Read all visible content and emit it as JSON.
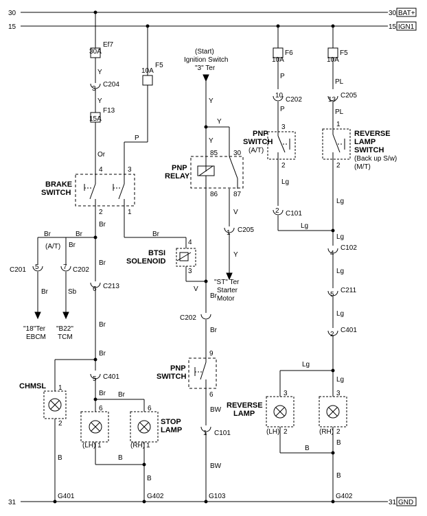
{
  "buses": {
    "top30": {
      "left": "30",
      "right": "30",
      "tag": "BAT+"
    },
    "top15": {
      "left": "15",
      "right": "15",
      "tag": "IGN1"
    },
    "bot31": {
      "left": "31",
      "right": "31",
      "tag": "GND"
    }
  },
  "fuses": {
    "ef7": {
      "name": "Ef7",
      "rating": "30A"
    },
    "f13": {
      "name": "F13",
      "rating": "15A"
    },
    "f5_left": {
      "name": "F5",
      "rating": "10A"
    },
    "f6": {
      "name": "F6",
      "rating": "10A"
    },
    "f5_right": {
      "name": "F5",
      "rating": "10A"
    }
  },
  "connectors": {
    "c204": {
      "pin": "3",
      "name": "C204"
    },
    "c205_top": {
      "pin": "13",
      "name": "C205"
    },
    "c202_top": {
      "pin": "10",
      "name": "C202"
    },
    "c201": {
      "pin": "5",
      "name": "C201"
    },
    "c202_mid": {
      "pin": "7",
      "name": "C202"
    },
    "c213": {
      "pin": "6",
      "name": "C213"
    },
    "c205_mid": {
      "pin": "1",
      "name": "C205"
    },
    "c101_top": {
      "pin": "2",
      "name": "C101"
    },
    "c102": {
      "pin": "4",
      "name": "C102"
    },
    "c211": {
      "pin": "5",
      "name": "C211"
    },
    "c401_r": {
      "pin": "2",
      "name": "C401"
    },
    "c202_low": {
      "name": "C202"
    },
    "c401_l": {
      "pin": "5",
      "name": "C401"
    },
    "c101_low": {
      "pin": "1",
      "name": "C101"
    }
  },
  "components": {
    "brake_switch": {
      "line1": "BRAKE",
      "line2": "SWITCH",
      "pins": [
        "4",
        "3",
        "2",
        "1"
      ]
    },
    "pnp_relay": {
      "line1": "PNP",
      "line2": "RELAY",
      "pins": [
        "85",
        "30",
        "86",
        "87"
      ]
    },
    "pnp_switch_top": {
      "line1": "PNP",
      "line2": "SWITCH",
      "line3": "(A/T)",
      "pins": [
        "3",
        "2"
      ]
    },
    "reverse_lamp_switch": {
      "line1": "REVERSE",
      "line2": "LAMP",
      "line3": "SWITCH",
      "line4": "(Back up S/w)",
      "line5": "(M/T)",
      "pins": [
        "1",
        "2"
      ]
    },
    "btsi": {
      "line1": "BTSI",
      "line2": "SOLENOID",
      "pins": [
        "4",
        "3"
      ]
    },
    "pnp_switch_low": {
      "line1": "PNP",
      "line2": "SWITCH",
      "pins": [
        "9",
        "6"
      ]
    },
    "chmsl": {
      "label": "CHMSL",
      "pins": [
        "1",
        "2"
      ]
    },
    "stop_lamp": {
      "line1": "STOP",
      "line2": "LAMP",
      "lh": "(LH)",
      "rh": "(RH)",
      "pins_lh": [
        "6",
        "1"
      ],
      "pins_rh": [
        "6",
        "1"
      ]
    },
    "reverse_lamp": {
      "line1": "REVERSE",
      "line2": "LAMP",
      "lh": "(LH)",
      "rh": "(RH)",
      "pins_lh": [
        "3",
        "2"
      ],
      "pins_rh": [
        "3",
        "2"
      ]
    }
  },
  "texts": {
    "start1": "(Start)",
    "start2": "Ignition Switch",
    "start3": "\"3\" Ter",
    "st1": "\"ST\" Ter",
    "st2": "Starter",
    "st3": "Motor",
    "ebcm1": "\"18\"Ter",
    "ebcm2": "EBCM",
    "tcm1": "\"B22\"",
    "tcm2": "TCM",
    "at": "(A/T)"
  },
  "wires": {
    "Y": "Y",
    "Or": "Or",
    "P": "P",
    "Br": "Br",
    "Sb": "Sb",
    "V": "V",
    "Lg": "Lg",
    "PL": "PL",
    "B": "B",
    "BW": "BW"
  },
  "grounds": {
    "g401": "G401",
    "g402a": "G402",
    "g103": "G103",
    "g402b": "G402"
  }
}
